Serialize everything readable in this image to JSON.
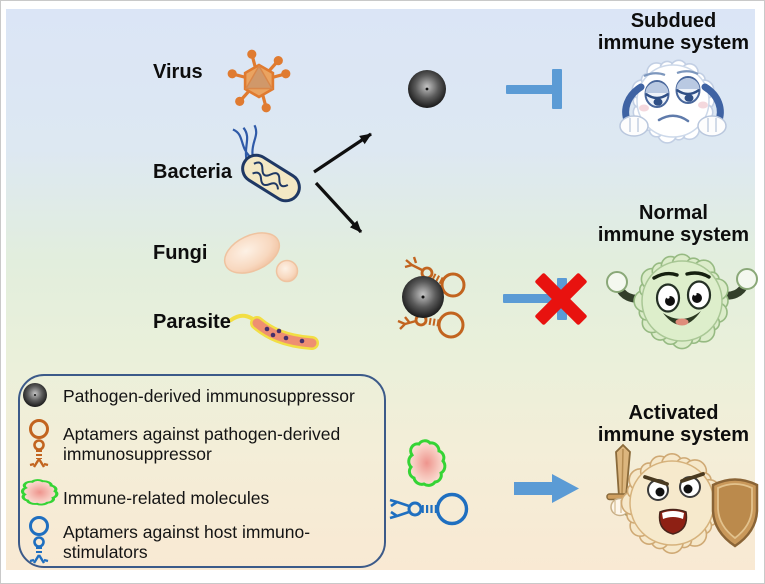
{
  "figure": {
    "pathogens": [
      {
        "label": "Virus"
      },
      {
        "label": "Bacteria"
      },
      {
        "label": "Fungi"
      },
      {
        "label": "Parasite"
      }
    ],
    "outcomes": [
      {
        "line1": "Subdued",
        "line2": "immune system"
      },
      {
        "line1": "Normal",
        "line2": "immune system"
      },
      {
        "line1": "Activated",
        "line2": "immune system"
      }
    ],
    "legend": [
      {
        "icon": "immunosuppressor-sphere-icon",
        "line1": "Pathogen-derived immunosuppressor",
        "line2": ""
      },
      {
        "icon": "orange-aptamer-icon",
        "line1": "Aptamers against pathogen-derived",
        "line2": "immunosuppressor"
      },
      {
        "icon": "immune-molecule-cloud-icon",
        "line1": "Immune-related molecules",
        "line2": ""
      },
      {
        "icon": "blue-aptamer-icon",
        "line1": "Aptamers against host immuno-",
        "line2": "stimulators"
      }
    ],
    "colors": {
      "arrow_blue": "#5b9bd5",
      "cross_red": "#e8120f",
      "aptamer_orange": "#c2641f",
      "aptamer_blue": "#1f6fc0",
      "cloud_green": "#35d435",
      "virus_orange": "#e07b30",
      "black_arrow": "#0f0f0f",
      "legend_border": "#3c5a89",
      "bg_top": "#dbe5f6",
      "bg_mid": "#e2eedd",
      "bg_bottom": "#f9e9d3"
    }
  }
}
